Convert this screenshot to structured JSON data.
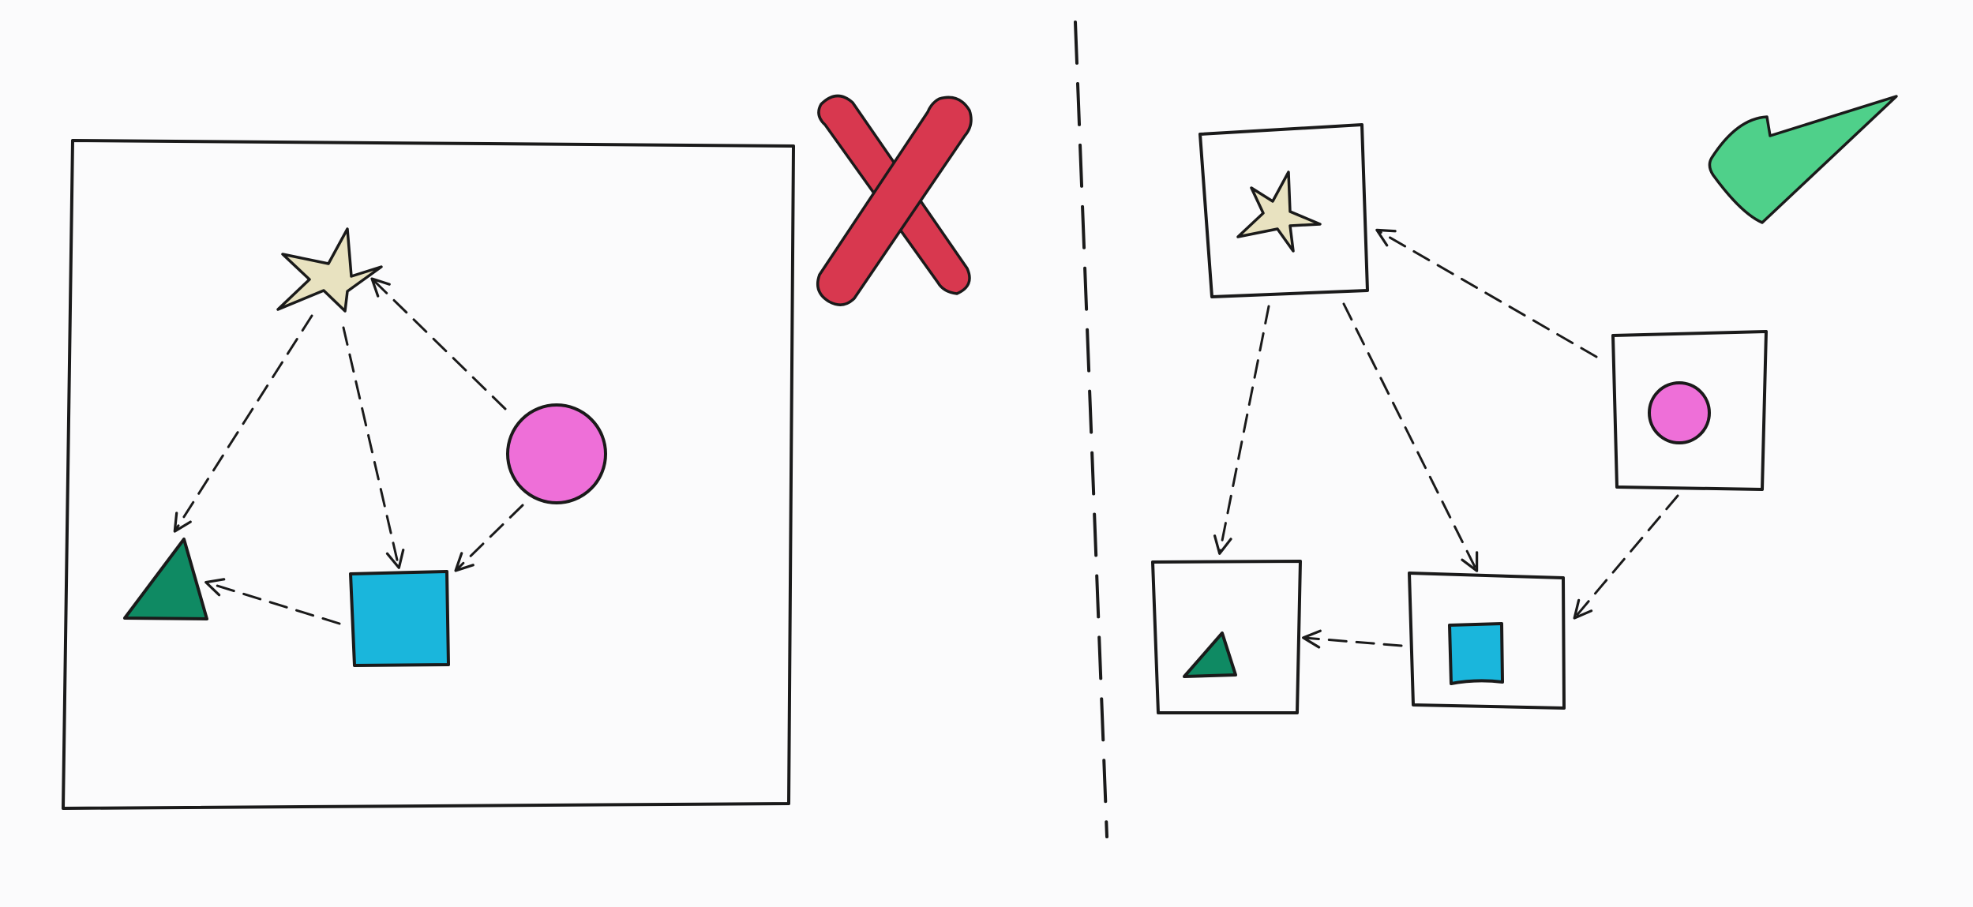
{
  "colors": {
    "paper": "#fbfbfc",
    "ink": "#1a1a1a",
    "star": "#e8e2c0",
    "circle": "#ee6fd8",
    "square": "#1ab6dc",
    "triangle": "#0f8a63",
    "cross": "#d8384f",
    "check": "#4fd08a"
  },
  "left_panel": {
    "verdict_icon": "cross-icon",
    "nodes": [
      "star-icon",
      "circle-icon",
      "square-icon",
      "triangle-icon"
    ],
    "edges": [
      {
        "from": "star",
        "to": "triangle"
      },
      {
        "from": "star",
        "to": "square"
      },
      {
        "from": "circle",
        "to": "star"
      },
      {
        "from": "circle",
        "to": "square"
      },
      {
        "from": "square",
        "to": "triangle"
      }
    ]
  },
  "right_panel": {
    "verdict_icon": "checkmark-icon",
    "nodes": [
      "star-icon",
      "circle-icon",
      "square-icon",
      "triangle-icon"
    ],
    "edges": [
      {
        "from": "star",
        "to": "triangle"
      },
      {
        "from": "star",
        "to": "square"
      },
      {
        "from": "circle",
        "to": "star"
      },
      {
        "from": "circle",
        "to": "square"
      },
      {
        "from": "square",
        "to": "triangle"
      }
    ]
  }
}
